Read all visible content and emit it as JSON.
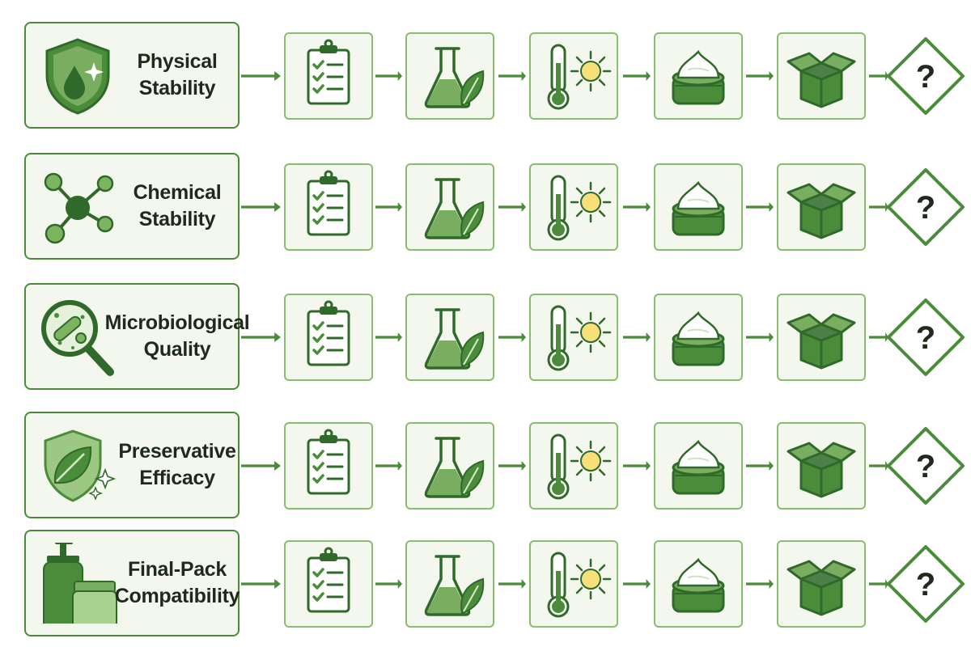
{
  "rows": [
    {
      "line1": "Physical",
      "line2": "Stability",
      "icon": "shield-droplet-icon"
    },
    {
      "line1": "Chemical",
      "line2": "Stability",
      "icon": "molecule-icon"
    },
    {
      "line1": "Microbiological",
      "line2": "Quality",
      "icon": "magnifier-microbe-icon"
    },
    {
      "line1": "Preservative",
      "line2": "Efficacy",
      "icon": "shield-leaf-icon"
    },
    {
      "line1": "Final-Pack",
      "line2": "Compatibility",
      "icon": "pump-bottle-jar-icon"
    }
  ],
  "steps": [
    {
      "icon": "clipboard-checklist-icon"
    },
    {
      "icon": "flask-leaf-icon"
    },
    {
      "icon": "thermometer-sun-icon"
    },
    {
      "icon": "cream-jar-icon"
    },
    {
      "icon": "open-box-icon"
    }
  ],
  "decision": {
    "symbol": "?",
    "icon": "question-diamond-icon"
  },
  "colors": {
    "green_dark": "#2f6a2a",
    "green": "#4a8c3a",
    "green_light": "#8bbd70",
    "fill": "#f3f7ee",
    "sun": "#f7df7a"
  }
}
